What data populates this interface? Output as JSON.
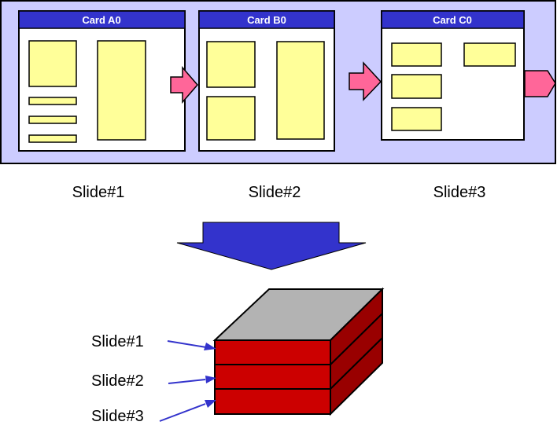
{
  "colors": {
    "panel_bg": "#ccccff",
    "card_header": "#3333cc",
    "card_body": "#ffffff",
    "placeholder": "#ffff99",
    "arrow_pink": "#ff6699",
    "big_arrow": "#3333cc",
    "stack_front": "#cc0000",
    "stack_side": "#990000",
    "stack_top": "#b3b3b3",
    "pointer_arrow": "#3333cc"
  },
  "cards": [
    {
      "title": "Card A0",
      "caption": "Slide#1"
    },
    {
      "title": "Card B0",
      "caption": "Slide#2"
    },
    {
      "title": "Card C0",
      "caption": "Slide#3"
    }
  ],
  "stack": {
    "labels": [
      "Slide#1",
      "Slide#2",
      "Slide#3"
    ]
  }
}
